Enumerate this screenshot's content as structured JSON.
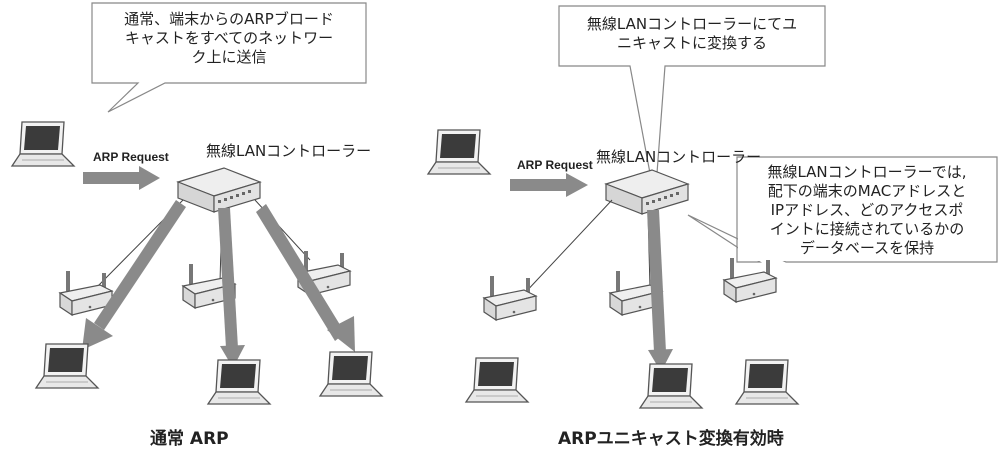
{
  "left_panel": {
    "callout_lines": [
      "通常、端末からのARPブロード",
      "キャストをすべてのネットワー",
      "ク上に送信"
    ],
    "controller_label": "無線LANコントローラー",
    "arp_label": "ARP Request",
    "caption": "通常 ARP"
  },
  "right_panel": {
    "callout_top_lines": [
      "無線LANコントローラーにてユ",
      "ニキャストに変換する"
    ],
    "controller_label": "無線LANコントローラー",
    "arp_label": "ARP Request",
    "callout_side_lines": [
      "無線LANコントローラーでは,",
      "配下の端末のMACアドレスと",
      "IPアドレス、どのアクセスポ",
      "イントに接続されているかの",
      "データベースを保持"
    ],
    "caption": "ARPユニキャスト変換有効時"
  },
  "colors": {
    "arrow": "#8a8a8a",
    "outline": "#555555",
    "device": "#e6e6e6"
  }
}
